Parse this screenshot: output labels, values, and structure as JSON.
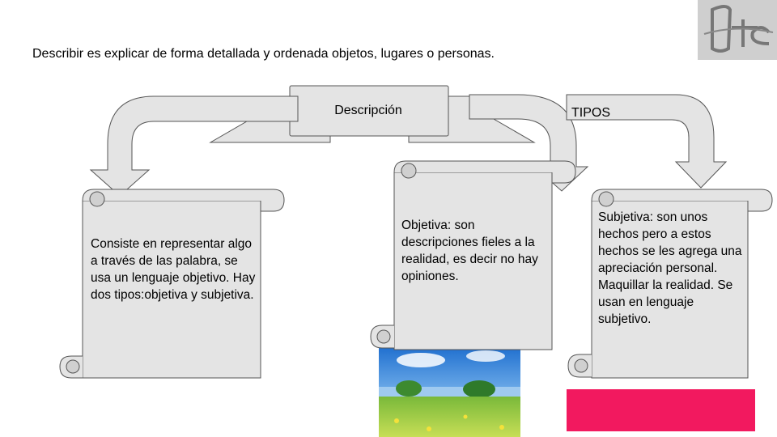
{
  "slide": {
    "definition": "Describir es explicar de forma detallada y ordenada objetos, lugares o personas.",
    "banner_label": "Descripción",
    "tipos_label": "TIPOS",
    "scroll_general": "Consiste en representar algo a través de las palabra, se usa un lenguaje objetivo. Hay dos tipos:objetiva y subjetiva.",
    "scroll_objetiva": "Objetiva: son descripciones fieles a la realidad, es decir no hay opiniones.",
    "scroll_subjetiva": "Subjetiva: son unos hechos pero a estos hechos se les agrega una apreciación personal. Maquillar la realidad. Se usan en lenguaje subjetivo.",
    "logo_text": "Itc"
  },
  "colors": {
    "shape_fill": "#e4e4e4",
    "shape_stroke": "#555555",
    "accent_rect": "#f2195f",
    "sky": "#3a8fdc",
    "grass": "#8ac43b"
  },
  "icons": [
    "logo-itc",
    "landscape-image",
    "curved-arrow-left",
    "curved-arrow-middle",
    "curved-arrow-right"
  ]
}
